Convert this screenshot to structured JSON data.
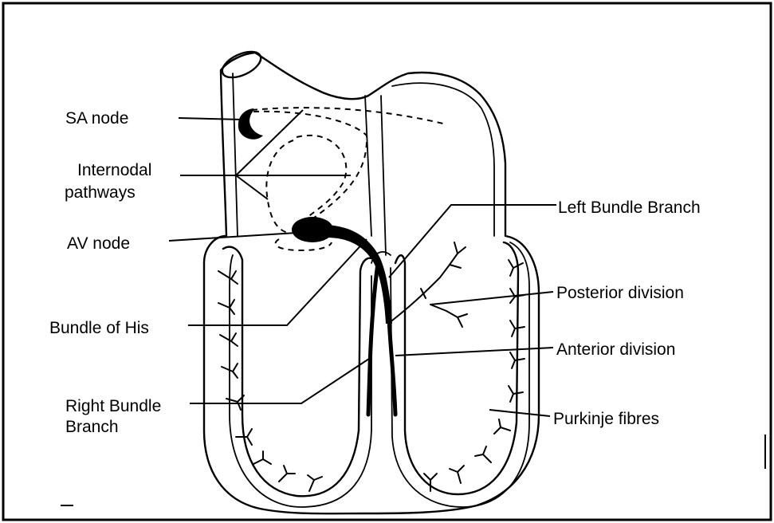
{
  "labels": {
    "sa_node": "SA node",
    "internodal_1": "Internodal",
    "internodal_2": "pathways",
    "av_node": "AV node",
    "bundle_of_his": "Bundle of His",
    "right_bundle_1": "Right Bundle",
    "right_bundle_2": "Branch",
    "left_bundle": "Left Bundle Branch",
    "posterior_division": "Posterior division",
    "anterior_division": "Anterior division",
    "purkinje": "Purkinje fibres"
  }
}
